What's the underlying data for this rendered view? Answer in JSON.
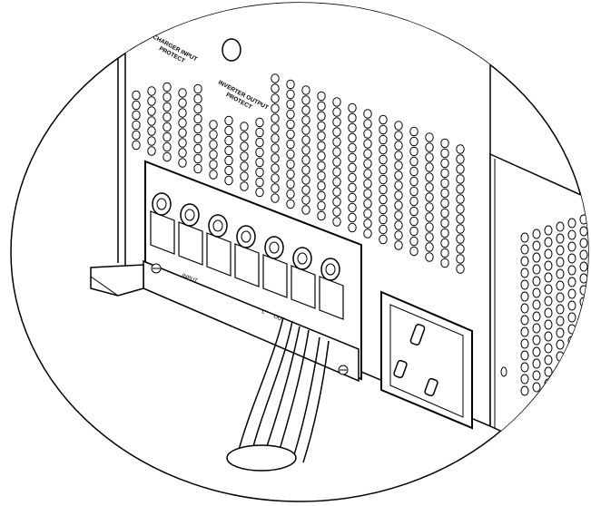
{
  "figure": {
    "description_free": true,
    "labels": {
      "charger_input_line1": "CHARGER INPUT",
      "charger_input_line2": "PROTECT",
      "inverter_output_line1": "INVERTER OUTPUT",
      "inverter_output_line2": "PROTECT"
    },
    "terminal_strip": {
      "left_text": "INPUT",
      "mid_text": "L",
      "mid_text2": "OUT"
    },
    "colors": {
      "line": "#000000",
      "fill": "#ffffff"
    }
  }
}
